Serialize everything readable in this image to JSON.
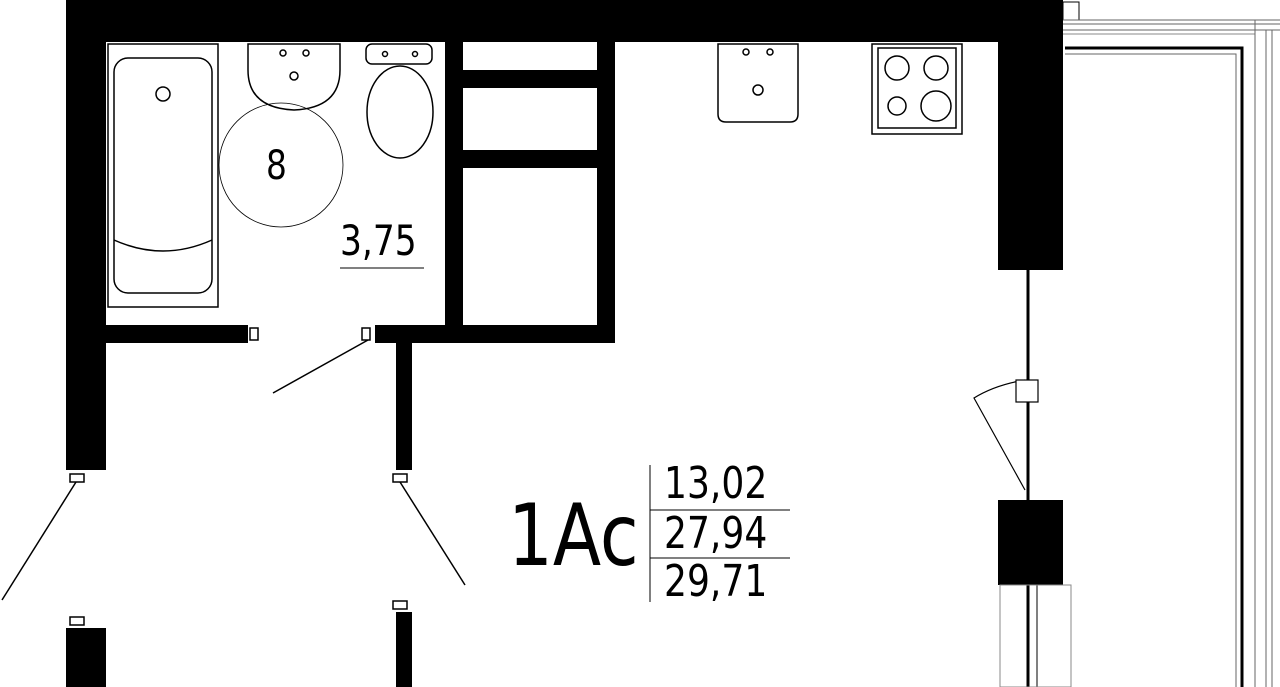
{
  "plan": {
    "room_number": "8",
    "bathroom_area": "3,75",
    "unit_type": "1Ac",
    "areas": [
      "13,02",
      "27,94",
      "29,71"
    ]
  },
  "colors": {
    "wall": "#000000",
    "background": "#ffffff"
  }
}
